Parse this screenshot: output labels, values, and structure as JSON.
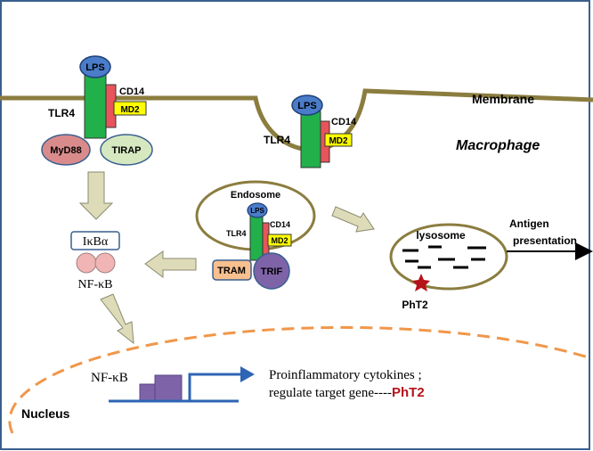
{
  "membrane": {
    "label": "Membrane"
  },
  "cell": {
    "label": "Macrophage"
  },
  "surface_receptor": {
    "ligand": "LPS",
    "receptor": "TLR4",
    "coreceptor": "CD14",
    "accessory": "MD2",
    "adaptor_left": "MyD88",
    "adaptor_right": "TIRAP"
  },
  "invaginated_receptor": {
    "ligand": "LPS",
    "receptor": "TLR4",
    "coreceptor": "CD14",
    "accessory": "MD2"
  },
  "endosome": {
    "title": "Endosome",
    "ligand": "LPS",
    "receptor": "TLR4",
    "coreceptor": "CD14",
    "accessory": "MD2",
    "adaptor_left": "TRAM",
    "adaptor_right": "TRIF"
  },
  "ikb": {
    "label": "IκBα"
  },
  "nfkb": {
    "label": "NF-κB"
  },
  "lysosome": {
    "label": "lysosome",
    "marker": "PhT2"
  },
  "antigen": {
    "line1": "Antigen",
    "line2": "presentation"
  },
  "nucleus": {
    "label": "Nucleus",
    "factor": "NF-κB",
    "text_line1": "Proinflammatory cytokines ;",
    "text_line2_prefix": "regulate target gene----",
    "text_line2_highlight": "PhT2"
  },
  "colors": {
    "membrane": "#8b7d3f",
    "receptor_green": "#22b04b",
    "cd14_red": "#e8545b",
    "md2_yellow": "#ffff00",
    "lps_blue": "#4a7cc9",
    "myd88_pink": "#d98b8b",
    "tirap_green": "#d6e8c0",
    "tram_orange": "#f9c08f",
    "trif_purple": "#7e63a8",
    "nucleus_dash": "#f0974a",
    "arrow_fill": "#dedbb8",
    "gene_blue": "#2e64b4",
    "box_purple": "#7e63a8",
    "phT2_red": "#b5121b",
    "frame_blue": "#3a5f8f"
  }
}
